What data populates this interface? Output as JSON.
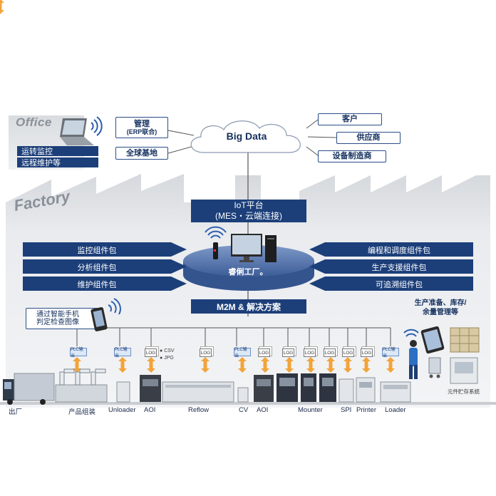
{
  "office": {
    "title": "Office",
    "items": [
      "运转监控",
      "远程维护等"
    ]
  },
  "cloud": {
    "title": "Big Data",
    "left": [
      {
        "line1": "管理",
        "line2": "(ERP联合)"
      },
      {
        "line1": "全球基地",
        "line2": ""
      }
    ],
    "right": [
      "客户",
      "供应商",
      "设备制造商"
    ]
  },
  "factory": {
    "title": "Factory"
  },
  "iot": {
    "line1": "IoT平台",
    "line2": "(MES・云端连接)"
  },
  "platform": {
    "label": "睿俐工厂。"
  },
  "left_packages": [
    "监控组件包",
    "分析组件包",
    "维护组件包"
  ],
  "right_packages": [
    "编程和调度组件包",
    "生产支援组件包",
    "可追溯组件包"
  ],
  "m2m": {
    "label": "M2M & 解决方案"
  },
  "phone_left": {
    "line1": "通过智能手机",
    "line2": "判定检查图像"
  },
  "phone_right": {
    "line1": "生产准备、库存/",
    "line2": "余量管理等"
  },
  "storage_label": "元件贮存系统",
  "tags": {
    "plc": "PLC输出",
    "log": "LOG",
    "csv": "CSV",
    "jpg": "JPG"
  },
  "machines": [
    "出厂",
    "产品组装",
    "Unloader",
    "AOI",
    "Reflow",
    "CV",
    "AOI",
    "Mounter",
    "SPI",
    "Printer",
    "Loader"
  ],
  "colors": {
    "navy": "#1c3f7a",
    "orange": "#f2a43a",
    "platform": "#5572a8",
    "wifi": "#2b5fae"
  }
}
